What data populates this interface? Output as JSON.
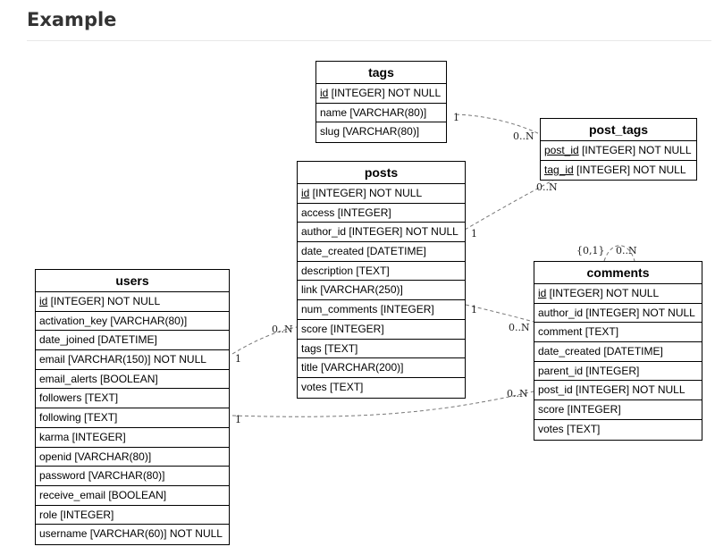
{
  "page": {
    "title": "Example"
  },
  "entities": {
    "tags": {
      "name": "tags",
      "fields": [
        {
          "col": "id",
          "type": " [INTEGER] NOT NULL",
          "pk": true
        },
        {
          "col": "name",
          "type": " [VARCHAR(80)]",
          "pk": false
        },
        {
          "col": "slug",
          "type": " [VARCHAR(80)]",
          "pk": false
        }
      ]
    },
    "post_tags": {
      "name": "post_tags",
      "fields": [
        {
          "col": "post_id",
          "type": " [INTEGER] NOT NULL",
          "pk": true
        },
        {
          "col": "tag_id",
          "type": " [INTEGER] NOT NULL",
          "pk": true
        }
      ]
    },
    "posts": {
      "name": "posts",
      "fields": [
        {
          "col": "id",
          "type": " [INTEGER] NOT NULL",
          "pk": true
        },
        {
          "col": "access",
          "type": " [INTEGER]",
          "pk": false
        },
        {
          "col": "author_id",
          "type": " [INTEGER] NOT NULL",
          "pk": false
        },
        {
          "col": "date_created",
          "type": " [DATETIME]",
          "pk": false
        },
        {
          "col": "description",
          "type": " [TEXT]",
          "pk": false
        },
        {
          "col": "link",
          "type": " [VARCHAR(250)]",
          "pk": false
        },
        {
          "col": "num_comments",
          "type": " [INTEGER]",
          "pk": false
        },
        {
          "col": "score",
          "type": " [INTEGER]",
          "pk": false
        },
        {
          "col": "tags",
          "type": " [TEXT]",
          "pk": false
        },
        {
          "col": "title",
          "type": " [VARCHAR(200)]",
          "pk": false
        },
        {
          "col": "votes",
          "type": " [TEXT]",
          "pk": false
        }
      ]
    },
    "users": {
      "name": "users",
      "fields": [
        {
          "col": "id",
          "type": " [INTEGER] NOT NULL",
          "pk": true
        },
        {
          "col": "activation_key",
          "type": " [VARCHAR(80)]",
          "pk": false
        },
        {
          "col": "date_joined",
          "type": " [DATETIME]",
          "pk": false
        },
        {
          "col": "email",
          "type": " [VARCHAR(150)] NOT NULL",
          "pk": false
        },
        {
          "col": "email_alerts",
          "type": " [BOOLEAN]",
          "pk": false
        },
        {
          "col": "followers",
          "type": " [TEXT]",
          "pk": false
        },
        {
          "col": "following",
          "type": " [TEXT]",
          "pk": false
        },
        {
          "col": "karma",
          "type": " [INTEGER]",
          "pk": false
        },
        {
          "col": "openid",
          "type": " [VARCHAR(80)]",
          "pk": false
        },
        {
          "col": "password",
          "type": " [VARCHAR(80)]",
          "pk": false
        },
        {
          "col": "receive_email",
          "type": " [BOOLEAN]",
          "pk": false
        },
        {
          "col": "role",
          "type": " [INTEGER]",
          "pk": false
        },
        {
          "col": "username",
          "type": " [VARCHAR(60)] NOT NULL",
          "pk": false
        }
      ]
    },
    "comments": {
      "name": "comments",
      "fields": [
        {
          "col": "id",
          "type": " [INTEGER] NOT NULL",
          "pk": true
        },
        {
          "col": "author_id",
          "type": " [INTEGER] NOT NULL",
          "pk": false
        },
        {
          "col": "comment",
          "type": " [TEXT]",
          "pk": false
        },
        {
          "col": "date_created",
          "type": " [DATETIME]",
          "pk": false
        },
        {
          "col": "parent_id",
          "type": " [INTEGER]",
          "pk": false
        },
        {
          "col": "post_id",
          "type": " [INTEGER] NOT NULL",
          "pk": false
        },
        {
          "col": "score",
          "type": " [INTEGER]",
          "pk": false
        },
        {
          "col": "votes",
          "type": " [TEXT]",
          "pk": false
        }
      ]
    }
  },
  "relations": [
    {
      "from": "tags",
      "to": "post_tags",
      "from_card": "1",
      "to_card": "0..N"
    },
    {
      "from": "posts",
      "to": "post_tags",
      "from_card": "1",
      "to_card": "0..N"
    },
    {
      "from": "users",
      "to": "posts",
      "from_card": "1",
      "to_card": "0..N"
    },
    {
      "from": "posts",
      "to": "comments",
      "from_card": "1",
      "to_card": "0..N"
    },
    {
      "from": "users",
      "to": "comments",
      "from_card": "1",
      "to_card": "0..N"
    },
    {
      "from": "comments",
      "to": "comments",
      "from_card": "{0,1}",
      "to_card": "0..N"
    }
  ]
}
